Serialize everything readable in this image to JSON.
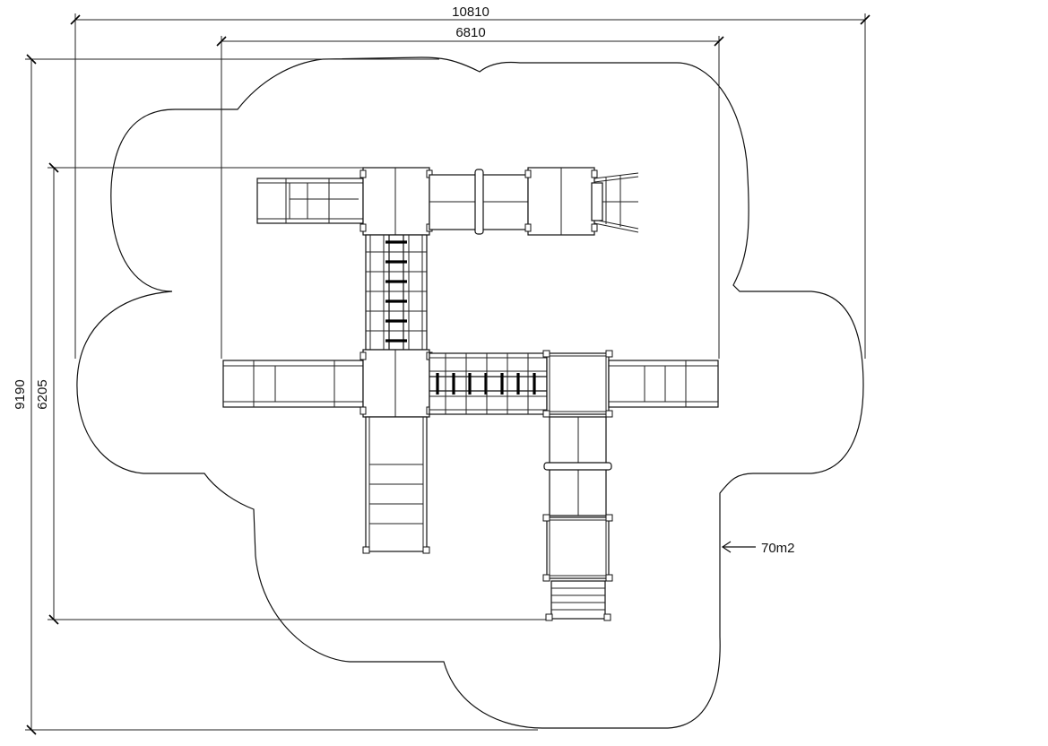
{
  "dimensions": {
    "overall_width": "10810",
    "inner_width": "6810",
    "overall_height": "9190",
    "inner_height": "6205"
  },
  "area": {
    "label": "70m2"
  }
}
